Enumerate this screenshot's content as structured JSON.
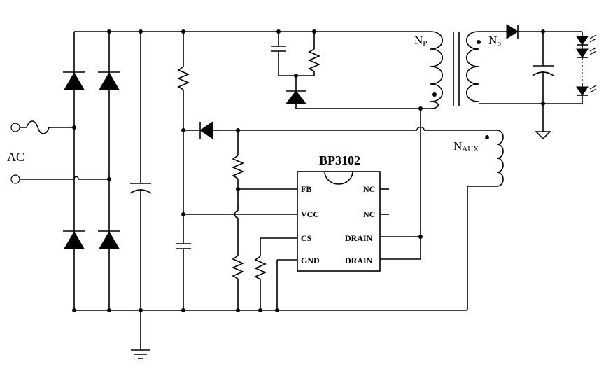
{
  "labels": {
    "ac": "AC",
    "np": "N",
    "np_sub": "P",
    "ns": "N",
    "ns_sub": "S",
    "naux": "N",
    "naux_sub": "AUX"
  },
  "chip": {
    "name": "BP3102",
    "pins_left": [
      "FB",
      "VCC",
      "CS",
      "GND"
    ],
    "pins_right": [
      "NC",
      "NC",
      "DRAIN",
      "DRAIN"
    ]
  }
}
